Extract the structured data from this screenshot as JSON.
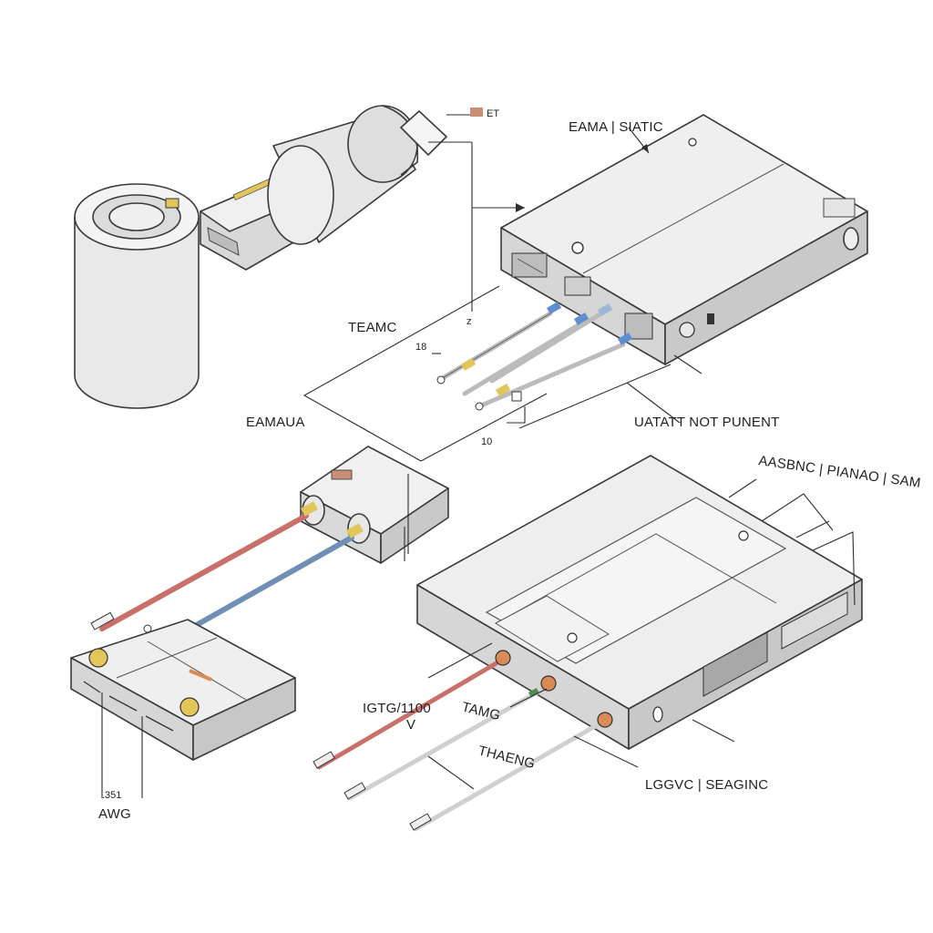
{
  "labels": {
    "top_stub": "ET",
    "eama_static": "EAMA | SIATIC",
    "teamc": "TEAMC",
    "small_z": "z",
    "small_18": "18",
    "small_10": "10",
    "eamaua": "EAMAUA",
    "uatatt": "UATATT NOT PUNENT",
    "aasbnc": "AASBNC | PIANAO | SAM",
    "igtg": "IGTG/1100",
    "v_mark": "V",
    "tamg": "TAMG",
    "thaeng": "THAENG",
    "lgovc": "LGGVC | SEAGINC",
    "awg_num": ".351",
    "awg": "AWG"
  },
  "colors": {
    "device_top": "#efefef",
    "device_side": "#d9d9d9",
    "device_front": "#c8c8c8",
    "outline": "#3a3a3a",
    "wire_red": "#c9706a",
    "wire_blue": "#6f8fb5",
    "wire_grey": "#b9b9b9",
    "terminal_gold": "#e2c65a",
    "terminal_copper": "#d98a55",
    "terminal_blue": "#5d8fd0"
  },
  "icons": {
    "cylinder": "cylindrical-capacitor-icon",
    "connector": "plug-connector-icon",
    "module_top": "control-module-icon",
    "module_bottom": "flat-module-icon",
    "terminal_block": "terminal-block-icon"
  }
}
